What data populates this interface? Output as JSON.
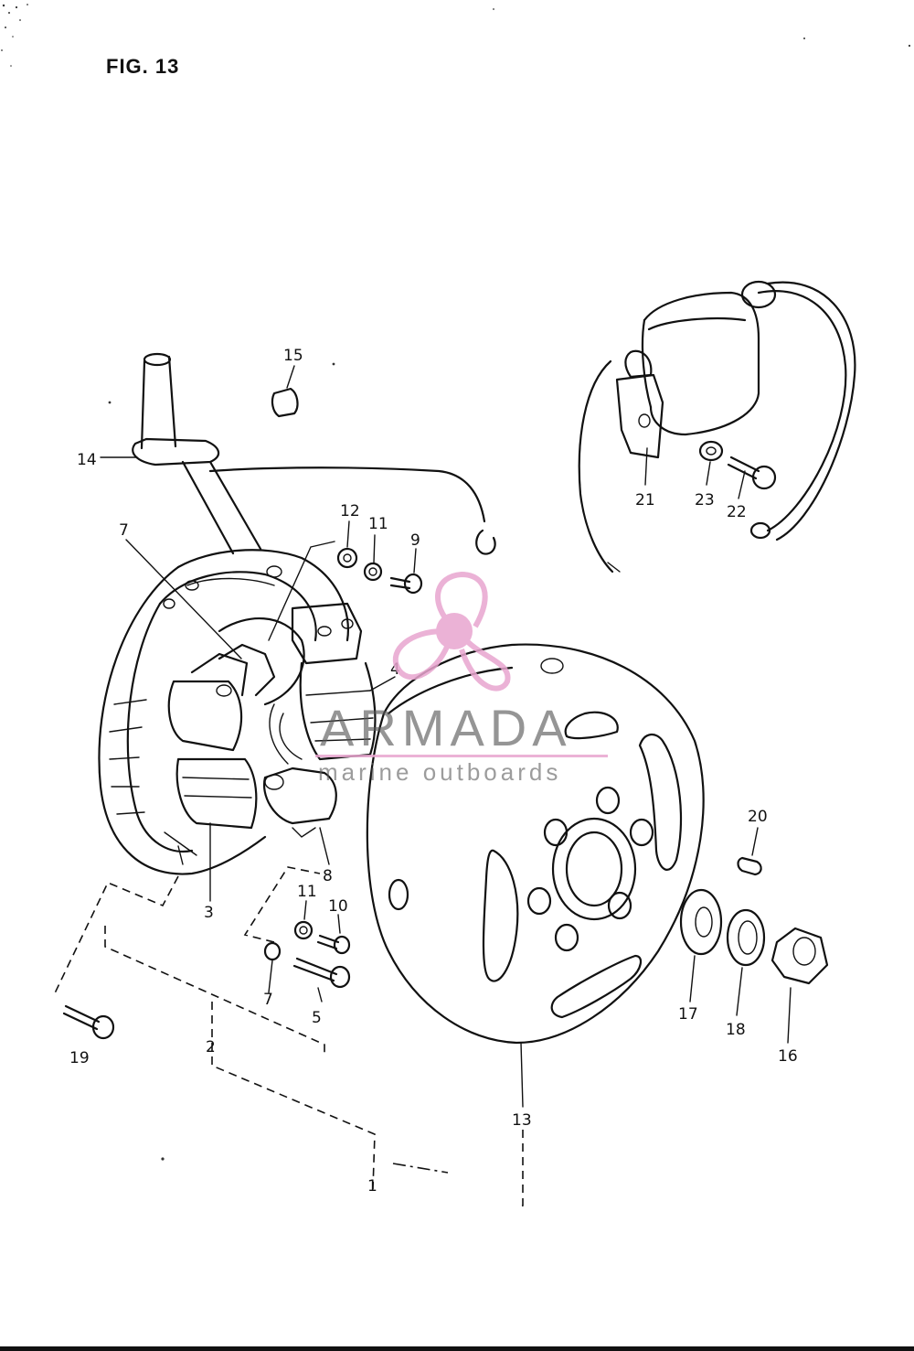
{
  "figure": {
    "title": "FIG. 13"
  },
  "callouts": [
    {
      "id": "c1",
      "text": "1"
    },
    {
      "id": "c2",
      "text": "2"
    },
    {
      "id": "c3",
      "text": "3"
    },
    {
      "id": "c4",
      "text": "4"
    },
    {
      "id": "c5",
      "text": "5"
    },
    {
      "id": "c7a",
      "text": "7"
    },
    {
      "id": "c7b",
      "text": "7"
    },
    {
      "id": "c8",
      "text": "8"
    },
    {
      "id": "c9",
      "text": "9"
    },
    {
      "id": "c10",
      "text": "10"
    },
    {
      "id": "c11a",
      "text": "11"
    },
    {
      "id": "c11b",
      "text": "11"
    },
    {
      "id": "c12",
      "text": "12"
    },
    {
      "id": "c13",
      "text": "13"
    },
    {
      "id": "c14",
      "text": "14"
    },
    {
      "id": "c15",
      "text": "15"
    },
    {
      "id": "c16",
      "text": "16"
    },
    {
      "id": "c17",
      "text": "17"
    },
    {
      "id": "c18",
      "text": "18"
    },
    {
      "id": "c19",
      "text": "19"
    },
    {
      "id": "c20",
      "text": "20"
    },
    {
      "id": "c21",
      "text": "21"
    },
    {
      "id": "c22",
      "text": "22"
    },
    {
      "id": "c23",
      "text": "23"
    }
  ],
  "watermark": {
    "brand": "ARMADA",
    "tagline": "marine outboards",
    "logo_icon": "propeller-icon",
    "color": "#e8a5cf"
  }
}
